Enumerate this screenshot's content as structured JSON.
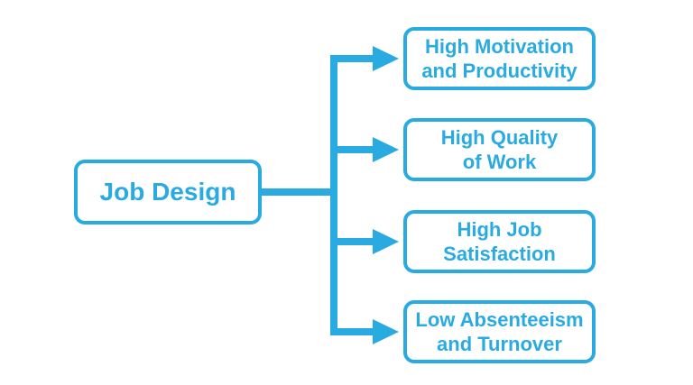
{
  "diagram": {
    "title": "Job Design outcomes diagram",
    "root": {
      "label": "Job Design"
    },
    "outcomes": [
      {
        "label": "High Motivation and Productivity",
        "line1": "High Motivation",
        "line2": "and Productivity"
      },
      {
        "label": "High Quality of Work",
        "line1": "High Quality",
        "line2": "of Work"
      },
      {
        "label": "High Job Satisfaction",
        "line1": "High Job",
        "line2": "Satisfaction"
      },
      {
        "label": "Low Absenteeism and Turnover",
        "line1": "Low Absenteeism",
        "line2": "and Turnover"
      }
    ]
  },
  "colors": {
    "accent": "#29ABE2",
    "background": "#FFFFFF"
  }
}
